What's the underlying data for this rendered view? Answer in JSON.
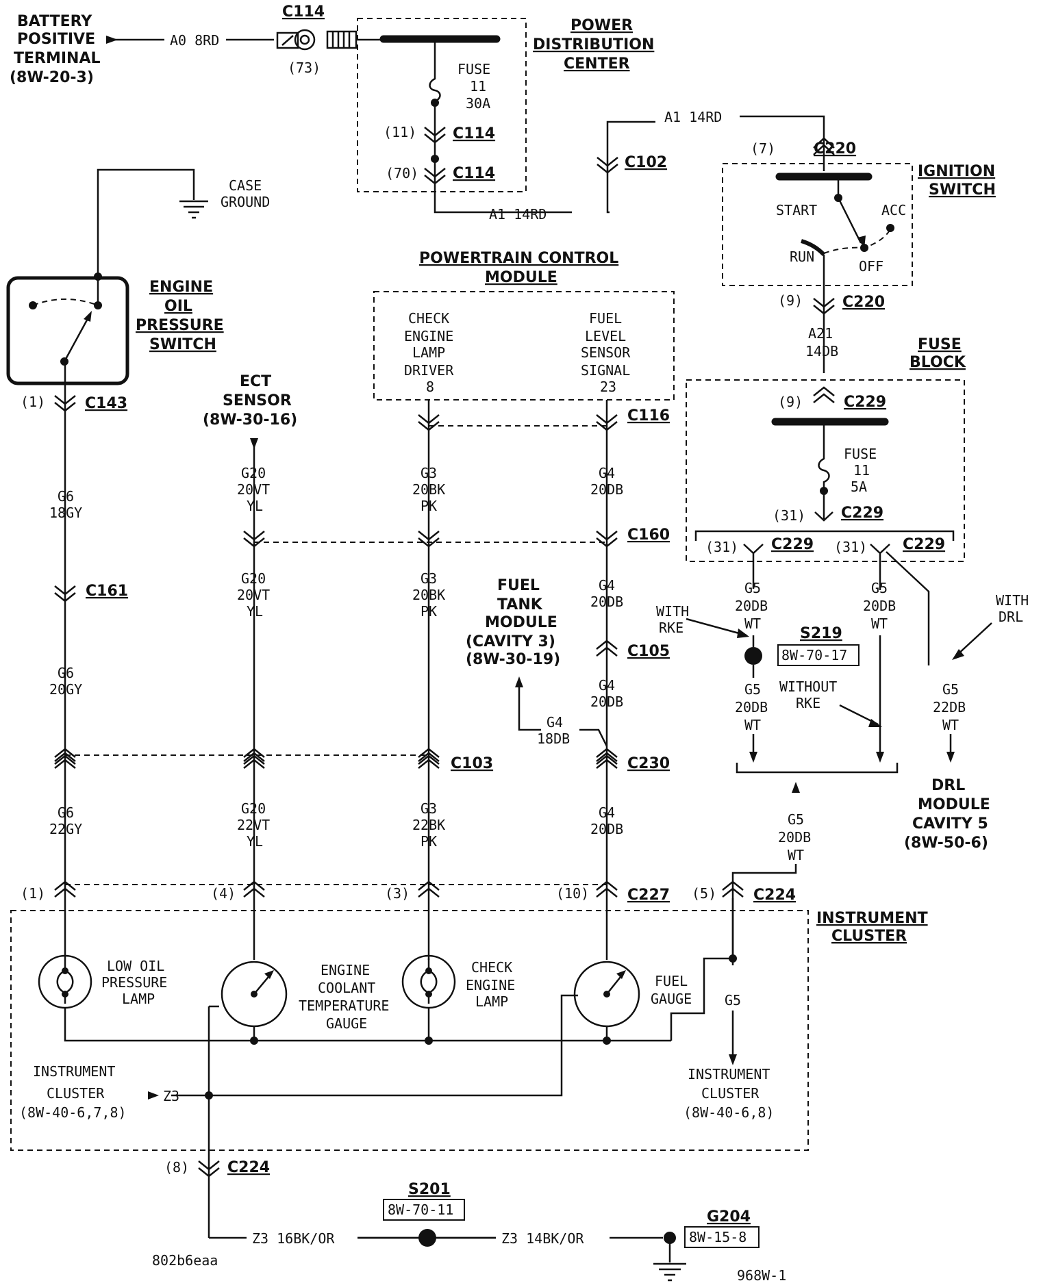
{
  "colors": {
    "ink": "#111111",
    "paper": "#ffffff"
  },
  "battery": {
    "line1": "BATTERY",
    "line2": "POSITIVE",
    "line3": "TERMINAL",
    "ref": "(8W-20-3)",
    "wire": "A0 8RD",
    "pin": "(73)"
  },
  "c114_top": "C114",
  "pdc": {
    "line1": "POWER",
    "line2": "DISTRIBUTION",
    "line3": "CENTER",
    "fuse_l1": "FUSE",
    "fuse_l2": "11",
    "fuse_l3": "30A",
    "pin_in": "(11)",
    "conn_in": "C114",
    "pin_out": "(70)",
    "conn_out": "C114"
  },
  "a1_bottom": "A1 14RD",
  "c102": "C102",
  "a1_top": "A1 14RD",
  "ignition": {
    "pin7": "(7)",
    "c220a": "C220",
    "title1": "IGNITION",
    "title2": "SWITCH",
    "start": "START",
    "acc": "ACC",
    "run": "RUN",
    "off": "OFF",
    "pin9": "(9)",
    "c220b": "C220",
    "wire1": "A21",
    "wire2": "14DB"
  },
  "fuse_block": {
    "title1": "FUSE",
    "title2": "BLOCK",
    "pin9": "(9)",
    "c229a": "C229",
    "fuse_l1": "FUSE",
    "fuse_l2": "11",
    "fuse_l3": "5A",
    "pin31": "(31)",
    "c229b": "C229",
    "pin31l": "(31)",
    "c229l": "C229",
    "pin31r": "(31)",
    "c229r": "C229"
  },
  "case_ground": {
    "l1": "CASE",
    "l2": "GROUND"
  },
  "oil_switch": {
    "l1": "ENGINE",
    "l2": "OIL",
    "l3": "PRESSURE",
    "l4": "SWITCH",
    "pin": "(1)",
    "conn": "C143"
  },
  "ect": {
    "l1": "ECT",
    "l2": "SENSOR",
    "ref": "(8W-30-16)"
  },
  "pcm": {
    "title1": "POWERTRAIN CONTROL",
    "title2": "MODULE",
    "left1": "CHECK",
    "left2": "ENGINE",
    "left3": "LAMP",
    "left4": "DRIVER",
    "left5": "8",
    "right1": "FUEL",
    "right2": "LEVEL",
    "right3": "SENSOR",
    "right4": "SIGNAL",
    "right5": "23",
    "conn": "C116"
  },
  "col1": {
    "w1a": "G6",
    "w1b": "18GY",
    "c161": "C161",
    "w2a": "G6",
    "w2b": "20GY",
    "w3a": "G6",
    "w3b": "22GY",
    "pin": "(1)"
  },
  "col2": {
    "w1a": "G20",
    "w1b": "20VT",
    "w1c": "YL",
    "w2a": "G20",
    "w2b": "20VT",
    "w2c": "YL",
    "w3a": "G20",
    "w3b": "22VT",
    "w3c": "YL",
    "pin": "(4)"
  },
  "col3": {
    "w1a": "G3",
    "w1b": "20BK",
    "w1c": "PK",
    "w2a": "G3",
    "w2b": "20BK",
    "w2c": "PK",
    "w3a": "G3",
    "w3b": "22BK",
    "w3c": "PK",
    "pin": "(3)"
  },
  "col4": {
    "w1a": "G4",
    "w1b": "20DB",
    "c160": "C160",
    "w2a": "G4",
    "w2b": "20DB",
    "c105": "C105",
    "w3a": "G4",
    "w3b": "20DB",
    "c230": "C230",
    "w4a": "G4",
    "w4b": "20DB",
    "pin": "(10)",
    "c227": "C227"
  },
  "c103": "C103",
  "tank": {
    "l1": "FUEL",
    "l2": "TANK",
    "l3": "MODULE",
    "l4": "(CAVITY 3)",
    "ref": "(8W-30-19)",
    "wa": "G4",
    "wb": "18DB"
  },
  "rke": {
    "with1": "WITH",
    "with2": "RKE",
    "s219": "S219",
    "s219ref": "8W-70-17",
    "lw1": "G5",
    "lw2": "20DB",
    "lw3": "WT",
    "rw1": "G5",
    "rw2": "20DB",
    "rw3": "WT",
    "bw1": "G5",
    "bw2": "20DB",
    "bw3": "WT",
    "without1": "WITHOUT",
    "without2": "RKE",
    "mw1": "G5",
    "mw2": "20DB",
    "mw3": "WT"
  },
  "drl": {
    "with1": "WITH",
    "with2": "DRL",
    "w1": "G5",
    "w2": "22DB",
    "w3": "WT",
    "l1": "DRL",
    "l2": "MODULE",
    "l3": "CAVITY 5",
    "ref": "(8W-50-6)"
  },
  "c224_top": {
    "pin": "(5)",
    "conn": "C224"
  },
  "cluster": {
    "title1": "INSTRUMENT",
    "title2": "CLUSTER",
    "oil1": "LOW OIL",
    "oil2": "PRESSURE",
    "oil3": "LAMP",
    "ect1": "ENGINE",
    "ect2": "COOLANT",
    "ect3": "TEMPERATURE",
    "ect4": "GAUGE",
    "cel1": "CHECK",
    "cel2": "ENGINE",
    "cel3": "LAMP",
    "fuel1": "FUEL",
    "fuel2": "GAUGE",
    "g5": "G5",
    "left1": "INSTRUMENT",
    "left2": "CLUSTER",
    "leftref": "(8W-40-6,7,8)",
    "z3": "Z3",
    "right1": "INSTRUMENT",
    "right2": "CLUSTER",
    "rightref": "(8W-40-6,8)"
  },
  "ground": {
    "pin": "(8)",
    "conn": "C224",
    "s201": "S201",
    "s201ref": "8W-70-11",
    "w1": "Z3 16BK/OR",
    "w2": "Z3 14BK/OR",
    "g204": "G204",
    "g204ref": "8W-15-8"
  },
  "footer": {
    "code": "802b6eaa",
    "page": "968W-1"
  }
}
